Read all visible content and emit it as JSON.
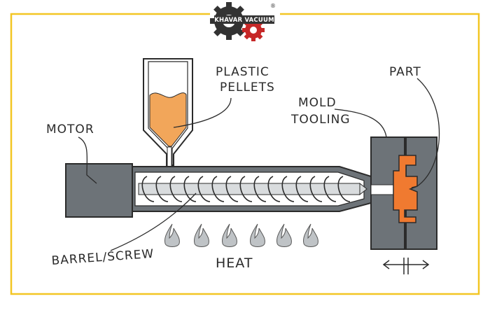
{
  "logo": {
    "text": "KHAVAR VACUUM",
    "registered": "®",
    "gear_dark": "#333333",
    "gear_red": "#c62828"
  },
  "labels": {
    "motor": "MOTOR",
    "plastic_pellets_line1": "PLASTIC",
    "plastic_pellets_line2": "PELLETS",
    "mold_tooling_line1": "MOLD",
    "mold_tooling_line2": "TOOLING",
    "part": "PART",
    "barrel_screw": "BARREL/SCREW",
    "heat": "HEAT"
  },
  "colors": {
    "frame": "#f3c623",
    "machine_gray": "#6d7378",
    "pellets": "#f2a65a",
    "part": "#f07a30",
    "outline": "#2b2b2b"
  },
  "icons": {
    "heat": "flame-icon",
    "clamp_arrow": "double-arrow-icon"
  }
}
